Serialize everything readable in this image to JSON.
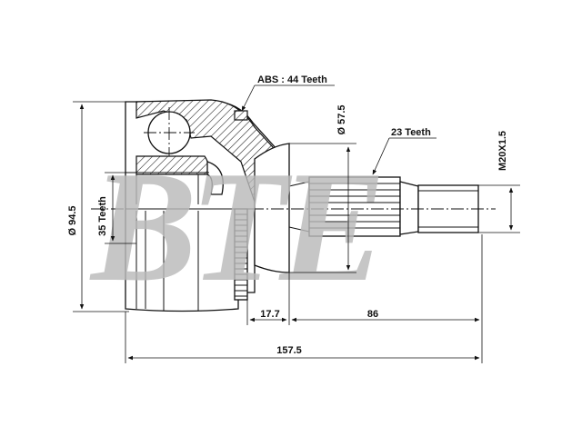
{
  "watermark": "BTE",
  "labels": {
    "abs_teeth": "ABS : 44 Teeth",
    "diameter_57_5": "Ø 57.5",
    "teeth_23": "23 Teeth",
    "thread": "M20X1.5",
    "diameter_94_5": "Ø 94.5",
    "teeth_35": "35 Teeth",
    "dim_17_7": "17.7",
    "dim_86": "86",
    "dim_157_5": "157.5"
  }
}
